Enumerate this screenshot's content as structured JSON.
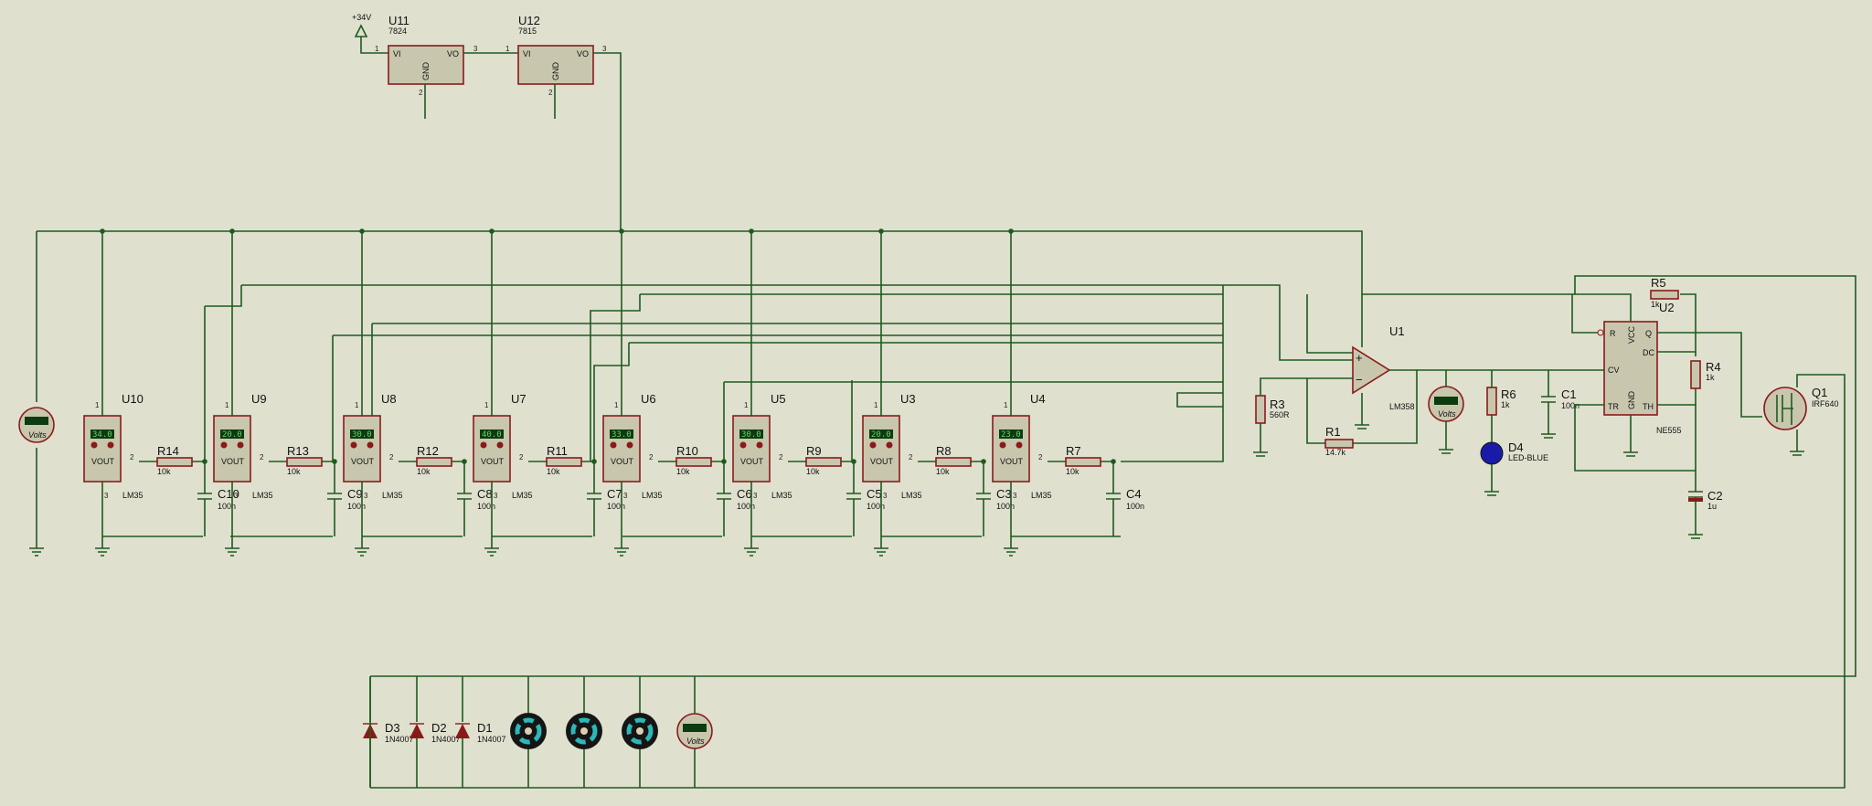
{
  "supply": {
    "label": "+34V"
  },
  "regulators": [
    {
      "ref": "U11",
      "part": "7824",
      "vi": "VI",
      "vo": "VO",
      "gnd": "GND",
      "p1": "1",
      "p2": "2",
      "p3": "3"
    },
    {
      "ref": "U12",
      "part": "7815",
      "vi": "VI",
      "vo": "VO",
      "gnd": "GND",
      "p1": "1",
      "p2": "2",
      "p3": "3"
    }
  ],
  "sensors": [
    {
      "ref": "U10",
      "part": "LM35",
      "reading": "34.0",
      "pin": "VOUT",
      "res": "R14",
      "resval": "10k",
      "cap": "C10",
      "capval": "100n"
    },
    {
      "ref": "U9",
      "part": "LM35",
      "reading": "20.0",
      "pin": "VOUT",
      "res": "R13",
      "resval": "10k",
      "cap": "C9",
      "capval": "100n"
    },
    {
      "ref": "U8",
      "part": "LM35",
      "reading": "30.0",
      "pin": "VOUT",
      "res": "R12",
      "resval": "10k",
      "cap": "C8",
      "capval": "100n"
    },
    {
      "ref": "U7",
      "part": "LM35",
      "reading": "40.0",
      "pin": "VOUT",
      "res": "R11",
      "resval": "10k",
      "cap": "C7",
      "capval": "100n"
    },
    {
      "ref": "U6",
      "part": "LM35",
      "reading": "33.0",
      "pin": "VOUT",
      "res": "R10",
      "resval": "10k",
      "cap": "C6",
      "capval": "100n"
    },
    {
      "ref": "U5",
      "part": "LM35",
      "reading": "30.0",
      "pin": "VOUT",
      "res": "R9",
      "resval": "10k",
      "cap": "C5",
      "capval": "100n"
    },
    {
      "ref": "U3",
      "part": "LM35",
      "reading": "20.0",
      "pin": "VOUT",
      "res": "R8",
      "resval": "10k",
      "cap": "C3",
      "capval": "100n"
    },
    {
      "ref": "U4",
      "part": "LM35",
      "reading": "23.0",
      "pin": "VOUT",
      "res": "R7",
      "resval": "10k",
      "cap": "C4",
      "capval": "100n"
    }
  ],
  "voltmeter": {
    "unit": "Volts"
  },
  "opamp": {
    "ref": "U1",
    "part": "LM358",
    "r3": "R3",
    "r3val": "560R",
    "r1": "R1",
    "r1val": "14.7k"
  },
  "led": {
    "res": "R6",
    "resval": "1k",
    "ref": "D4",
    "part": "LED-BLUE"
  },
  "timer": {
    "ref": "U2",
    "part": "NE555",
    "c1": "C1",
    "c1val": "100n",
    "r5": "R5",
    "r5val": "1k",
    "r4": "R4",
    "r4val": "1k",
    "c2": "C2",
    "c2val": "1u",
    "pins": {
      "r": "R",
      "vcc": "VCC",
      "q": "Q",
      "dc": "DC",
      "cv": "CV",
      "tr": "TR",
      "gnd": "GND",
      "th": "TH"
    }
  },
  "mosfet": {
    "ref": "Q1",
    "part": "IRF640"
  },
  "diodes": [
    {
      "ref": "D3",
      "part": "1N4007"
    },
    {
      "ref": "D2",
      "part": "1N4007"
    },
    {
      "ref": "D1",
      "part": "1N4007"
    }
  ]
}
